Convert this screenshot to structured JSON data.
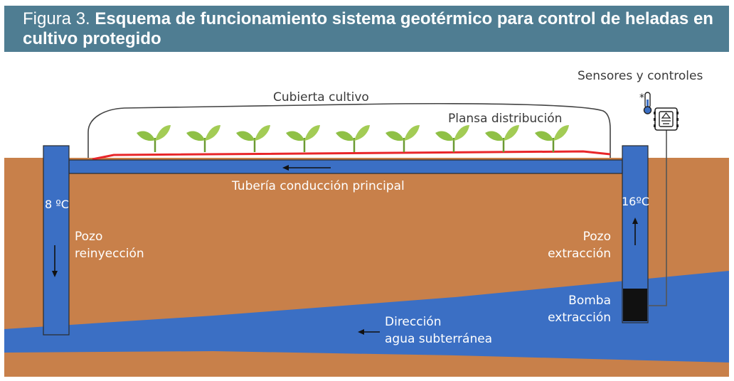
{
  "figure": {
    "title_prefix": "Figura 3.",
    "title": "Esquema de funcionamiento sistema geotérmico para control de heladas en cultivo protegido"
  },
  "labels": {
    "cubierta": "Cubierta cultivo",
    "plansa": "Plansa distribución",
    "sensores": "Sensores y controles",
    "tuberia": "Tubería conducción principal",
    "temp_left": "8 ºC",
    "temp_right": "16ºC",
    "pozo_left_1": "Pozo",
    "pozo_left_2": "reinyección",
    "pozo_right_1": "Pozo",
    "pozo_right_2": "extracción",
    "bomba_1": "Bomba",
    "bomba_2": "extracción",
    "direccion_1": "Dirección",
    "direccion_2": "agua subterránea"
  },
  "colors": {
    "title_bg": "#4f7d92",
    "soil": "#c8804a",
    "water": "#3b6fc4",
    "pipe": "#3b6fc4",
    "distribution_line": "#e8262a",
    "plant": "#8fc046",
    "pump": "#111111"
  },
  "icons": [
    "thermometer-icon",
    "controller-icon",
    "plant-icon",
    "arrow-icon"
  ],
  "plant_count": 9
}
